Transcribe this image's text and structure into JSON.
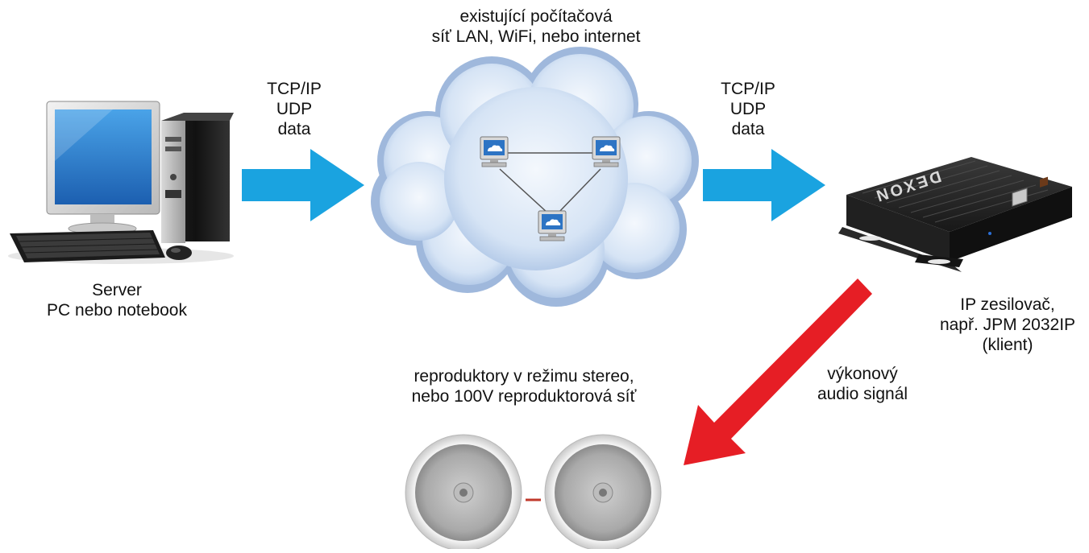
{
  "labels": {
    "network": "existující počítačová\nsíť LAN, WiFi, nebo internet",
    "protocol_left": "TCP/IP\nUDP\ndata",
    "protocol_right": "TCP/IP\nUDP\ndata",
    "server": "Server\nPC nebo notebook",
    "amplifier": "IP zesilovač,\nnapř. JPM 2032IP\n(klient)",
    "audio_signal": "výkonový\naudio signál",
    "speakers": "reproduktory v režimu stereo,\nnebo 100V reproduktorová síť"
  },
  "device": {
    "brand_logo": "DEXON"
  },
  "colors": {
    "data_arrow": "#1aa3e0",
    "audio_arrow": "#e61e25",
    "cloud": "#c9d9ef",
    "speaker_link": "#c0392b"
  }
}
